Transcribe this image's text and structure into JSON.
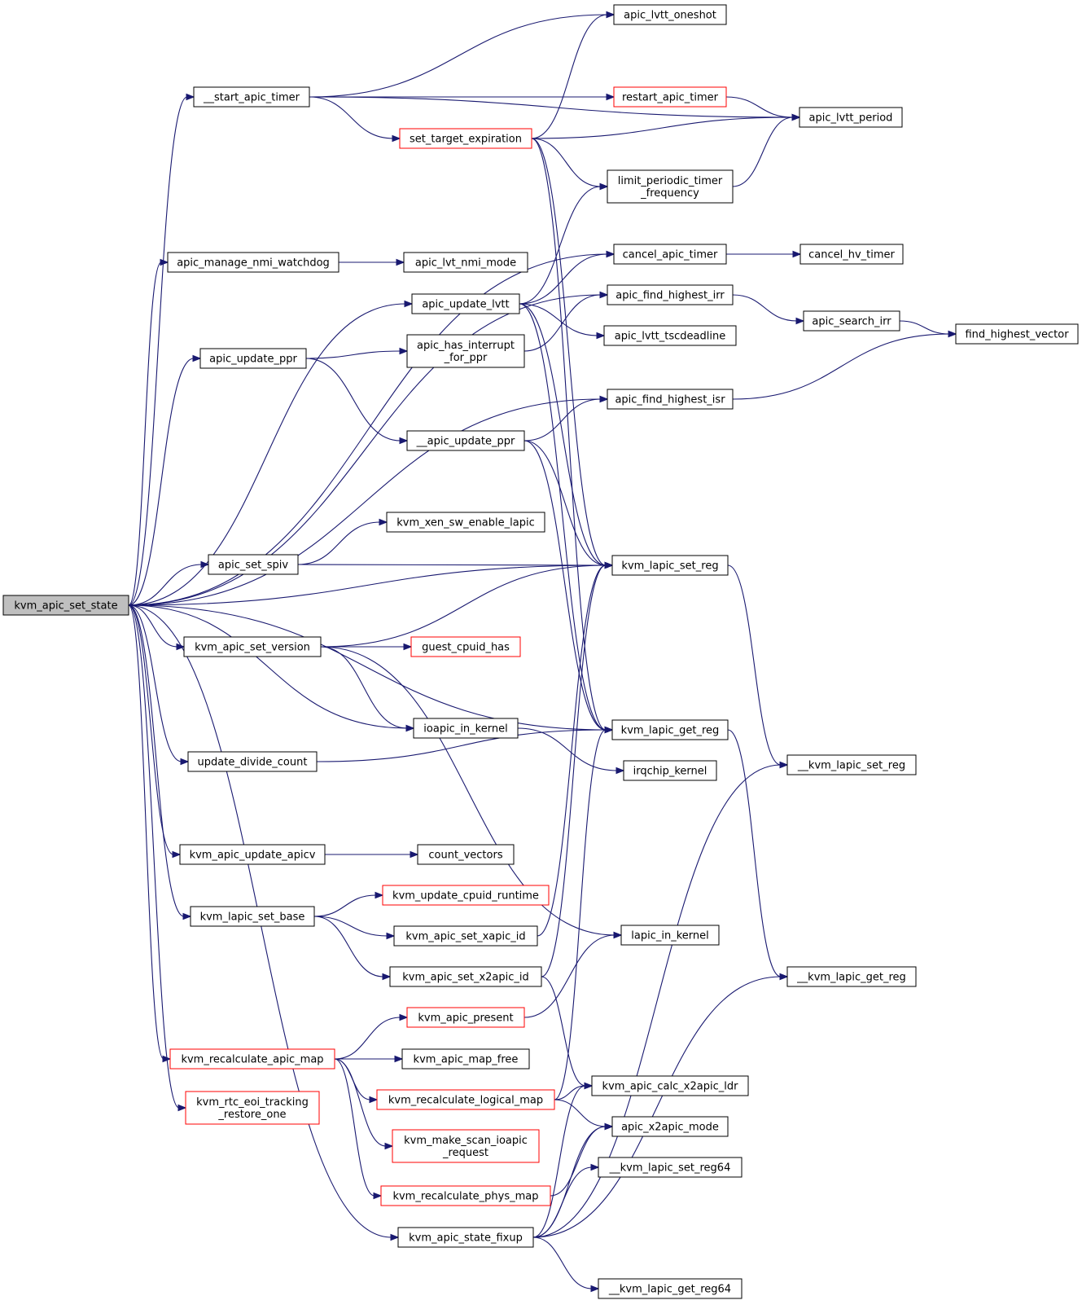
{
  "colors": {
    "edge": "#191970",
    "red_border": "#ff0000",
    "root_fill": "#bfbfbf"
  },
  "nodes": {
    "kvm_apic_set_state": {
      "lines": [
        "kvm_apic_set_state"
      ],
      "root": true
    },
    "__start_apic_timer": {
      "lines": [
        "__start_apic_timer"
      ]
    },
    "apic_manage_nmi_watchdog": {
      "lines": [
        "apic_manage_nmi_watchdog"
      ]
    },
    "apic_update_ppr": {
      "lines": [
        "apic_update_ppr"
      ]
    },
    "apic_set_spiv": {
      "lines": [
        "apic_set_spiv"
      ]
    },
    "kvm_apic_set_version": {
      "lines": [
        "kvm_apic_set_version"
      ]
    },
    "update_divide_count": {
      "lines": [
        "update_divide_count"
      ]
    },
    "kvm_apic_update_apicv": {
      "lines": [
        "kvm_apic_update_apicv"
      ]
    },
    "kvm_lapic_set_base": {
      "lines": [
        "kvm_lapic_set_base"
      ]
    },
    "kvm_recalculate_apic_map": {
      "lines": [
        "kvm_recalculate_apic_map"
      ],
      "red": true
    },
    "kvm_rtc_eoi_tracking_restore_one": {
      "lines": [
        "kvm_rtc_eoi_tracking",
        "_restore_one"
      ],
      "red": true
    },
    "set_target_expiration": {
      "lines": [
        "set_target_expiration"
      ],
      "red": true
    },
    "apic_lvt_nmi_mode": {
      "lines": [
        "apic_lvt_nmi_mode"
      ]
    },
    "apic_update_lvtt": {
      "lines": [
        "apic_update_lvtt"
      ]
    },
    "apic_has_interrupt_for_ppr": {
      "lines": [
        "apic_has_interrupt",
        "_for_ppr"
      ]
    },
    "__apic_update_ppr": {
      "lines": [
        "__apic_update_ppr"
      ]
    },
    "kvm_xen_sw_enable_lapic": {
      "lines": [
        "kvm_xen_sw_enable_lapic"
      ]
    },
    "guest_cpuid_has": {
      "lines": [
        "guest_cpuid_has"
      ],
      "red": true
    },
    "ioapic_in_kernel": {
      "lines": [
        "ioapic_in_kernel"
      ]
    },
    "count_vectors": {
      "lines": [
        "count_vectors"
      ]
    },
    "kvm_update_cpuid_runtime": {
      "lines": [
        "kvm_update_cpuid_runtime"
      ],
      "red": true
    },
    "kvm_apic_set_xapic_id": {
      "lines": [
        "kvm_apic_set_xapic_id"
      ]
    },
    "kvm_apic_set_x2apic_id": {
      "lines": [
        "kvm_apic_set_x2apic_id"
      ]
    },
    "kvm_apic_present": {
      "lines": [
        "kvm_apic_present"
      ],
      "red": true
    },
    "kvm_apic_map_free": {
      "lines": [
        "kvm_apic_map_free"
      ]
    },
    "kvm_recalculate_logical_map": {
      "lines": [
        "kvm_recalculate_logical_map"
      ],
      "red": true
    },
    "kvm_make_scan_ioapic_request": {
      "lines": [
        "kvm_make_scan_ioapic",
        "_request"
      ],
      "red": true
    },
    "kvm_recalculate_phys_map": {
      "lines": [
        "kvm_recalculate_phys_map"
      ],
      "red": true
    },
    "kvm_apic_state_fixup": {
      "lines": [
        "kvm_apic_state_fixup"
      ]
    },
    "apic_lvtt_oneshot": {
      "lines": [
        "apic_lvtt_oneshot"
      ]
    },
    "restart_apic_timer": {
      "lines": [
        "restart_apic_timer"
      ],
      "red": true
    },
    "limit_periodic_timer_frequency": {
      "lines": [
        "limit_periodic_timer",
        "_frequency"
      ]
    },
    "cancel_apic_timer": {
      "lines": [
        "cancel_apic_timer"
      ]
    },
    "apic_find_highest_irr": {
      "lines": [
        "apic_find_highest_irr"
      ]
    },
    "apic_lvtt_tscdeadline": {
      "lines": [
        "apic_lvtt_tscdeadline"
      ]
    },
    "apic_find_highest_isr": {
      "lines": [
        "apic_find_highest_isr"
      ]
    },
    "kvm_lapic_set_reg": {
      "lines": [
        "kvm_lapic_set_reg"
      ]
    },
    "kvm_lapic_get_reg": {
      "lines": [
        "kvm_lapic_get_reg"
      ]
    },
    "irqchip_kernel": {
      "lines": [
        "irqchip_kernel"
      ]
    },
    "lapic_in_kernel": {
      "lines": [
        "lapic_in_kernel"
      ]
    },
    "kvm_apic_calc_x2apic_ldr": {
      "lines": [
        "kvm_apic_calc_x2apic_ldr"
      ]
    },
    "apic_x2apic_mode": {
      "lines": [
        "apic_x2apic_mode"
      ]
    },
    "__kvm_lapic_set_reg64": {
      "lines": [
        "__kvm_lapic_set_reg64"
      ]
    },
    "__kvm_lapic_get_reg64": {
      "lines": [
        "__kvm_lapic_get_reg64"
      ]
    },
    "apic_lvtt_period": {
      "lines": [
        "apic_lvtt_period"
      ]
    },
    "cancel_hv_timer": {
      "lines": [
        "cancel_hv_timer"
      ]
    },
    "apic_search_irr": {
      "lines": [
        "apic_search_irr"
      ]
    },
    "__kvm_lapic_set_reg": {
      "lines": [
        "__kvm_lapic_set_reg"
      ]
    },
    "__kvm_lapic_get_reg": {
      "lines": [
        "__kvm_lapic_get_reg"
      ]
    },
    "find_highest_vector": {
      "lines": [
        "find_highest_vector"
      ]
    }
  },
  "edges": [
    [
      "kvm_apic_set_state",
      "__start_apic_timer"
    ],
    [
      "kvm_apic_set_state",
      "apic_manage_nmi_watchdog"
    ],
    [
      "kvm_apic_set_state",
      "apic_update_ppr"
    ],
    [
      "kvm_apic_set_state",
      "apic_set_spiv"
    ],
    [
      "kvm_apic_set_state",
      "kvm_apic_set_version"
    ],
    [
      "kvm_apic_set_state",
      "update_divide_count"
    ],
    [
      "kvm_apic_set_state",
      "kvm_apic_update_apicv"
    ],
    [
      "kvm_apic_set_state",
      "kvm_lapic_set_base"
    ],
    [
      "kvm_apic_set_state",
      "kvm_recalculate_apic_map"
    ],
    [
      "kvm_apic_set_state",
      "kvm_rtc_eoi_tracking_restore_one"
    ],
    [
      "kvm_apic_set_state",
      "kvm_apic_state_fixup"
    ],
    [
      "kvm_apic_set_state",
      "apic_update_lvtt"
    ],
    [
      "kvm_apic_set_state",
      "cancel_apic_timer"
    ],
    [
      "kvm_apic_set_state",
      "apic_find_highest_irr"
    ],
    [
      "kvm_apic_set_state",
      "apic_find_highest_isr"
    ],
    [
      "kvm_apic_set_state",
      "kvm_lapic_set_reg"
    ],
    [
      "kvm_apic_set_state",
      "ioapic_in_kernel"
    ],
    [
      "kvm_apic_set_state",
      "kvm_lapic_get_reg"
    ],
    [
      "__start_apic_timer",
      "apic_lvtt_oneshot"
    ],
    [
      "__start_apic_timer",
      "apic_lvtt_period"
    ],
    [
      "__start_apic_timer",
      "restart_apic_timer"
    ],
    [
      "__start_apic_timer",
      "set_target_expiration"
    ],
    [
      "set_target_expiration",
      "apic_lvtt_oneshot"
    ],
    [
      "set_target_expiration",
      "apic_lvtt_period"
    ],
    [
      "set_target_expiration",
      "limit_periodic_timer_frequency"
    ],
    [
      "set_target_expiration",
      "kvm_lapic_set_reg"
    ],
    [
      "set_target_expiration",
      "kvm_lapic_get_reg"
    ],
    [
      "restart_apic_timer",
      "apic_lvtt_period"
    ],
    [
      "limit_periodic_timer_frequency",
      "apic_lvtt_period"
    ],
    [
      "apic_manage_nmi_watchdog",
      "apic_lvt_nmi_mode"
    ],
    [
      "apic_update_lvtt",
      "limit_periodic_timer_frequency"
    ],
    [
      "apic_update_lvtt",
      "cancel_apic_timer"
    ],
    [
      "apic_update_lvtt",
      "apic_lvtt_tscdeadline"
    ],
    [
      "apic_update_lvtt",
      "kvm_lapic_set_reg"
    ],
    [
      "apic_update_lvtt",
      "kvm_lapic_get_reg"
    ],
    [
      "cancel_apic_timer",
      "cancel_hv_timer"
    ],
    [
      "apic_update_ppr",
      "apic_has_interrupt_for_ppr"
    ],
    [
      "apic_update_ppr",
      "__apic_update_ppr"
    ],
    [
      "apic_has_interrupt_for_ppr",
      "apic_find_highest_irr"
    ],
    [
      "apic_find_highest_irr",
      "apic_search_irr"
    ],
    [
      "apic_search_irr",
      "find_highest_vector"
    ],
    [
      "apic_find_highest_isr",
      "find_highest_vector"
    ],
    [
      "__apic_update_ppr",
      "apic_find_highest_isr"
    ],
    [
      "__apic_update_ppr",
      "kvm_lapic_set_reg"
    ],
    [
      "__apic_update_ppr",
      "kvm_lapic_get_reg"
    ],
    [
      "apic_set_spiv",
      "kvm_xen_sw_enable_lapic"
    ],
    [
      "apic_set_spiv",
      "kvm_lapic_set_reg"
    ],
    [
      "kvm_lapic_set_reg",
      "__kvm_lapic_set_reg"
    ],
    [
      "kvm_apic_set_version",
      "kvm_lapic_set_reg"
    ],
    [
      "kvm_apic_set_version",
      "guest_cpuid_has"
    ],
    [
      "kvm_apic_set_version",
      "ioapic_in_kernel"
    ],
    [
      "kvm_apic_set_version",
      "lapic_in_kernel"
    ],
    [
      "ioapic_in_kernel",
      "irqchip_kernel"
    ],
    [
      "kvm_lapic_get_reg",
      "__kvm_lapic_get_reg"
    ],
    [
      "update_divide_count",
      "kvm_lapic_get_reg"
    ],
    [
      "kvm_apic_update_apicv",
      "count_vectors"
    ],
    [
      "kvm_lapic_set_base",
      "kvm_update_cpuid_runtime"
    ],
    [
      "kvm_lapic_set_base",
      "kvm_apic_set_xapic_id"
    ],
    [
      "kvm_lapic_set_base",
      "kvm_apic_set_x2apic_id"
    ],
    [
      "kvm_apic_set_xapic_id",
      "kvm_lapic_set_reg"
    ],
    [
      "kvm_apic_set_x2apic_id",
      "kvm_lapic_set_reg"
    ],
    [
      "kvm_apic_set_x2apic_id",
      "kvm_apic_calc_x2apic_ldr"
    ],
    [
      "kvm_recalculate_apic_map",
      "kvm_apic_present"
    ],
    [
      "kvm_recalculate_apic_map",
      "kvm_apic_map_free"
    ],
    [
      "kvm_recalculate_apic_map",
      "kvm_recalculate_logical_map"
    ],
    [
      "kvm_recalculate_apic_map",
      "kvm_make_scan_ioapic_request"
    ],
    [
      "kvm_recalculate_apic_map",
      "kvm_recalculate_phys_map"
    ],
    [
      "kvm_apic_present",
      "lapic_in_kernel"
    ],
    [
      "kvm_recalculate_logical_map",
      "kvm_apic_calc_x2apic_ldr"
    ],
    [
      "kvm_recalculate_logical_map",
      "apic_x2apic_mode"
    ],
    [
      "kvm_recalculate_logical_map",
      "kvm_lapic_get_reg"
    ],
    [
      "kvm_recalculate_phys_map",
      "apic_x2apic_mode"
    ],
    [
      "kvm_apic_state_fixup",
      "kvm_apic_calc_x2apic_ldr"
    ],
    [
      "kvm_apic_state_fixup",
      "apic_x2apic_mode"
    ],
    [
      "kvm_apic_state_fixup",
      "__kvm_lapic_set_reg64"
    ],
    [
      "kvm_apic_state_fixup",
      "__kvm_lapic_get_reg64"
    ],
    [
      "kvm_apic_state_fixup",
      "__kvm_lapic_set_reg"
    ],
    [
      "kvm_apic_state_fixup",
      "__kvm_lapic_get_reg"
    ]
  ]
}
